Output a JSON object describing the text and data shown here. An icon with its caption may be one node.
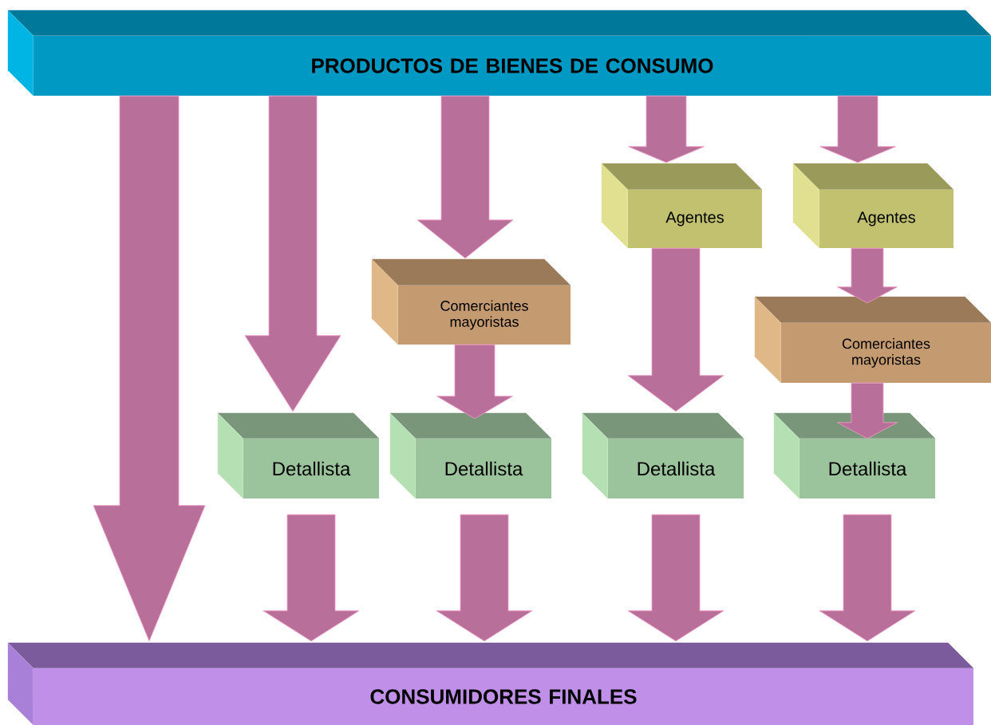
{
  "diagram": {
    "nodes": [
      {
        "text": [
          "PRODUCTOS DE BIENES DE CONSUMO"
        ]
      },
      {
        "text": [
          "Agentes"
        ]
      },
      {
        "text": [
          "Agentes"
        ]
      },
      {
        "text": [
          "Comerciantes mayoristas"
        ]
      },
      {
        "text": [
          "Comerciantes mayoristas"
        ]
      },
      {
        "text": [
          "Detallista"
        ]
      },
      {
        "text": [
          "Detallista"
        ]
      },
      {
        "text": [
          "Detallista"
        ]
      },
      {
        "text": [
          "Detallista"
        ]
      },
      {
        "text": [
          "CONSUMIDORES FINALES"
        ]
      }
    ],
    "edges": [
      {
        "from": 0,
        "to": 9,
        "arrow": "to"
      },
      {
        "from": 0,
        "to": 5,
        "arrow": "to"
      },
      {
        "from": 0,
        "to": 3,
        "arrow": "to"
      },
      {
        "from": 0,
        "to": 1,
        "arrow": "to"
      },
      {
        "from": 0,
        "to": 2,
        "arrow": "to"
      },
      {
        "from": 3,
        "to": 6,
        "arrow": "to"
      },
      {
        "from": 1,
        "to": 7,
        "arrow": "to"
      },
      {
        "from": 2,
        "to": 4,
        "arrow": "to"
      },
      {
        "from": 4,
        "to": 8,
        "arrow": "to"
      },
      {
        "from": 5,
        "to": 9,
        "arrow": "to"
      },
      {
        "from": 6,
        "to": 9,
        "arrow": "to"
      },
      {
        "from": 7,
        "to": 9,
        "arrow": "to"
      },
      {
        "from": 8,
        "to": 9,
        "arrow": "to"
      }
    ]
  }
}
